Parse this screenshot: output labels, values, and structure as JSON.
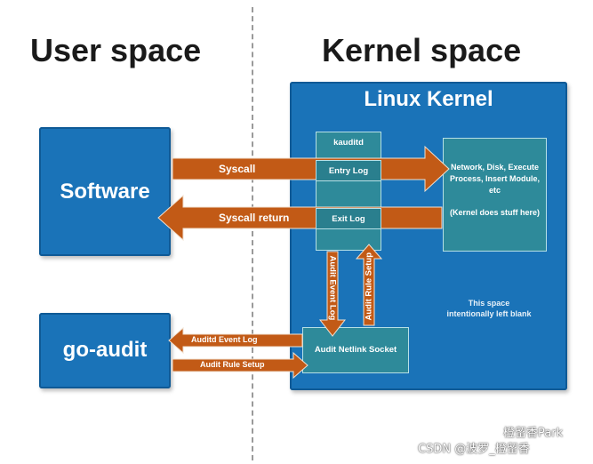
{
  "headings": {
    "user_space": "User space",
    "kernel_space": "Kernel space"
  },
  "kernel": {
    "title": "Linux Kernel",
    "kauditd": "kauditd",
    "entry_log": "Entry Log",
    "exit_log": "Exit Log",
    "netlink_socket": "Audit Netlink Socket",
    "kernel_work": "Network, Disk, Execute Process, Insert Module, etc",
    "kernel_work_note": "(Kernel does stuff here)",
    "blank_note": "This space intentionally left blank"
  },
  "user": {
    "software": "Software",
    "go_audit": "go-audit"
  },
  "arrows": {
    "syscall": "Syscall",
    "syscall_return": "Syscall return",
    "audit_event_log": "Auditd Event Log",
    "audit_rule_setup": "Audit Rule Setup",
    "audit_event_log_vertical": "Audit Event Log",
    "audit_rule_setup_vertical": "Audit Rule Setup"
  },
  "watermark": {
    "line1": "橙留香Park",
    "line2": "CSDN @波罗_橙留香"
  },
  "colors": {
    "blue": "#1a73b8",
    "teal": "#2e8a9a",
    "orange": "#c25a16"
  }
}
